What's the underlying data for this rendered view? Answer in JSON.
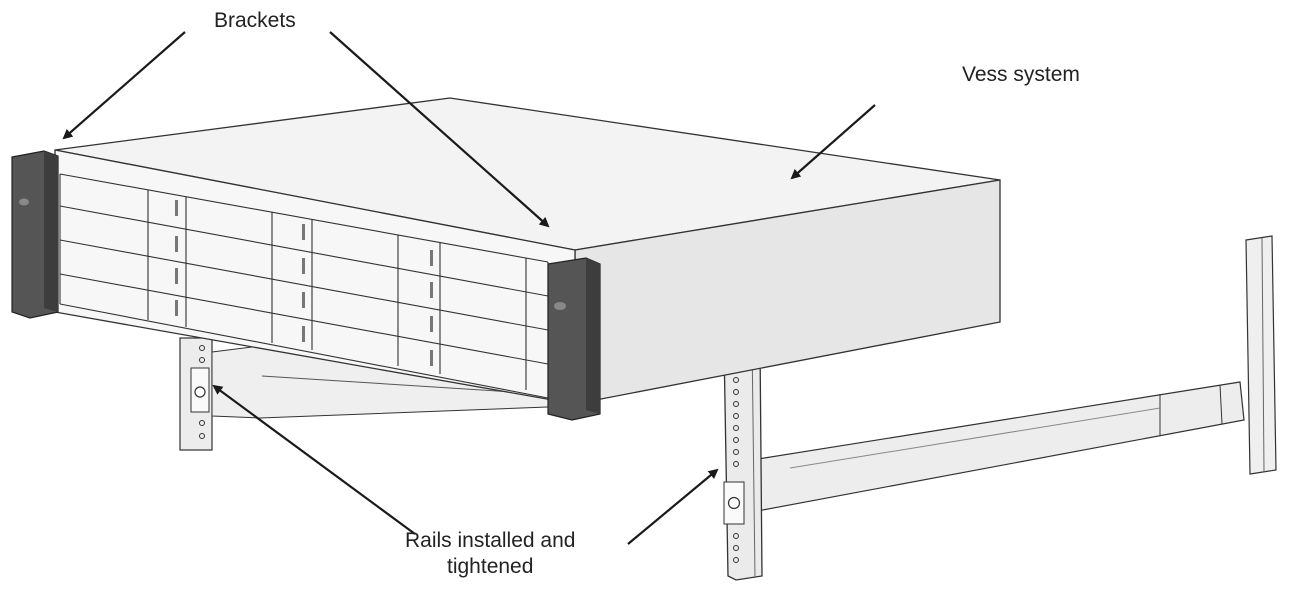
{
  "labels": {
    "brackets": "Brackets",
    "vess_system": "Vess system",
    "rails_line1": "Rails installed and",
    "rails_line2": "tightened"
  },
  "colors": {
    "outline": "#333333",
    "chassis_top": "#f2f2f2",
    "chassis_side": "#e6e6e6",
    "bracket": "#555555",
    "rail": "#e9e9e9",
    "arrow": "#1a1a1a"
  }
}
